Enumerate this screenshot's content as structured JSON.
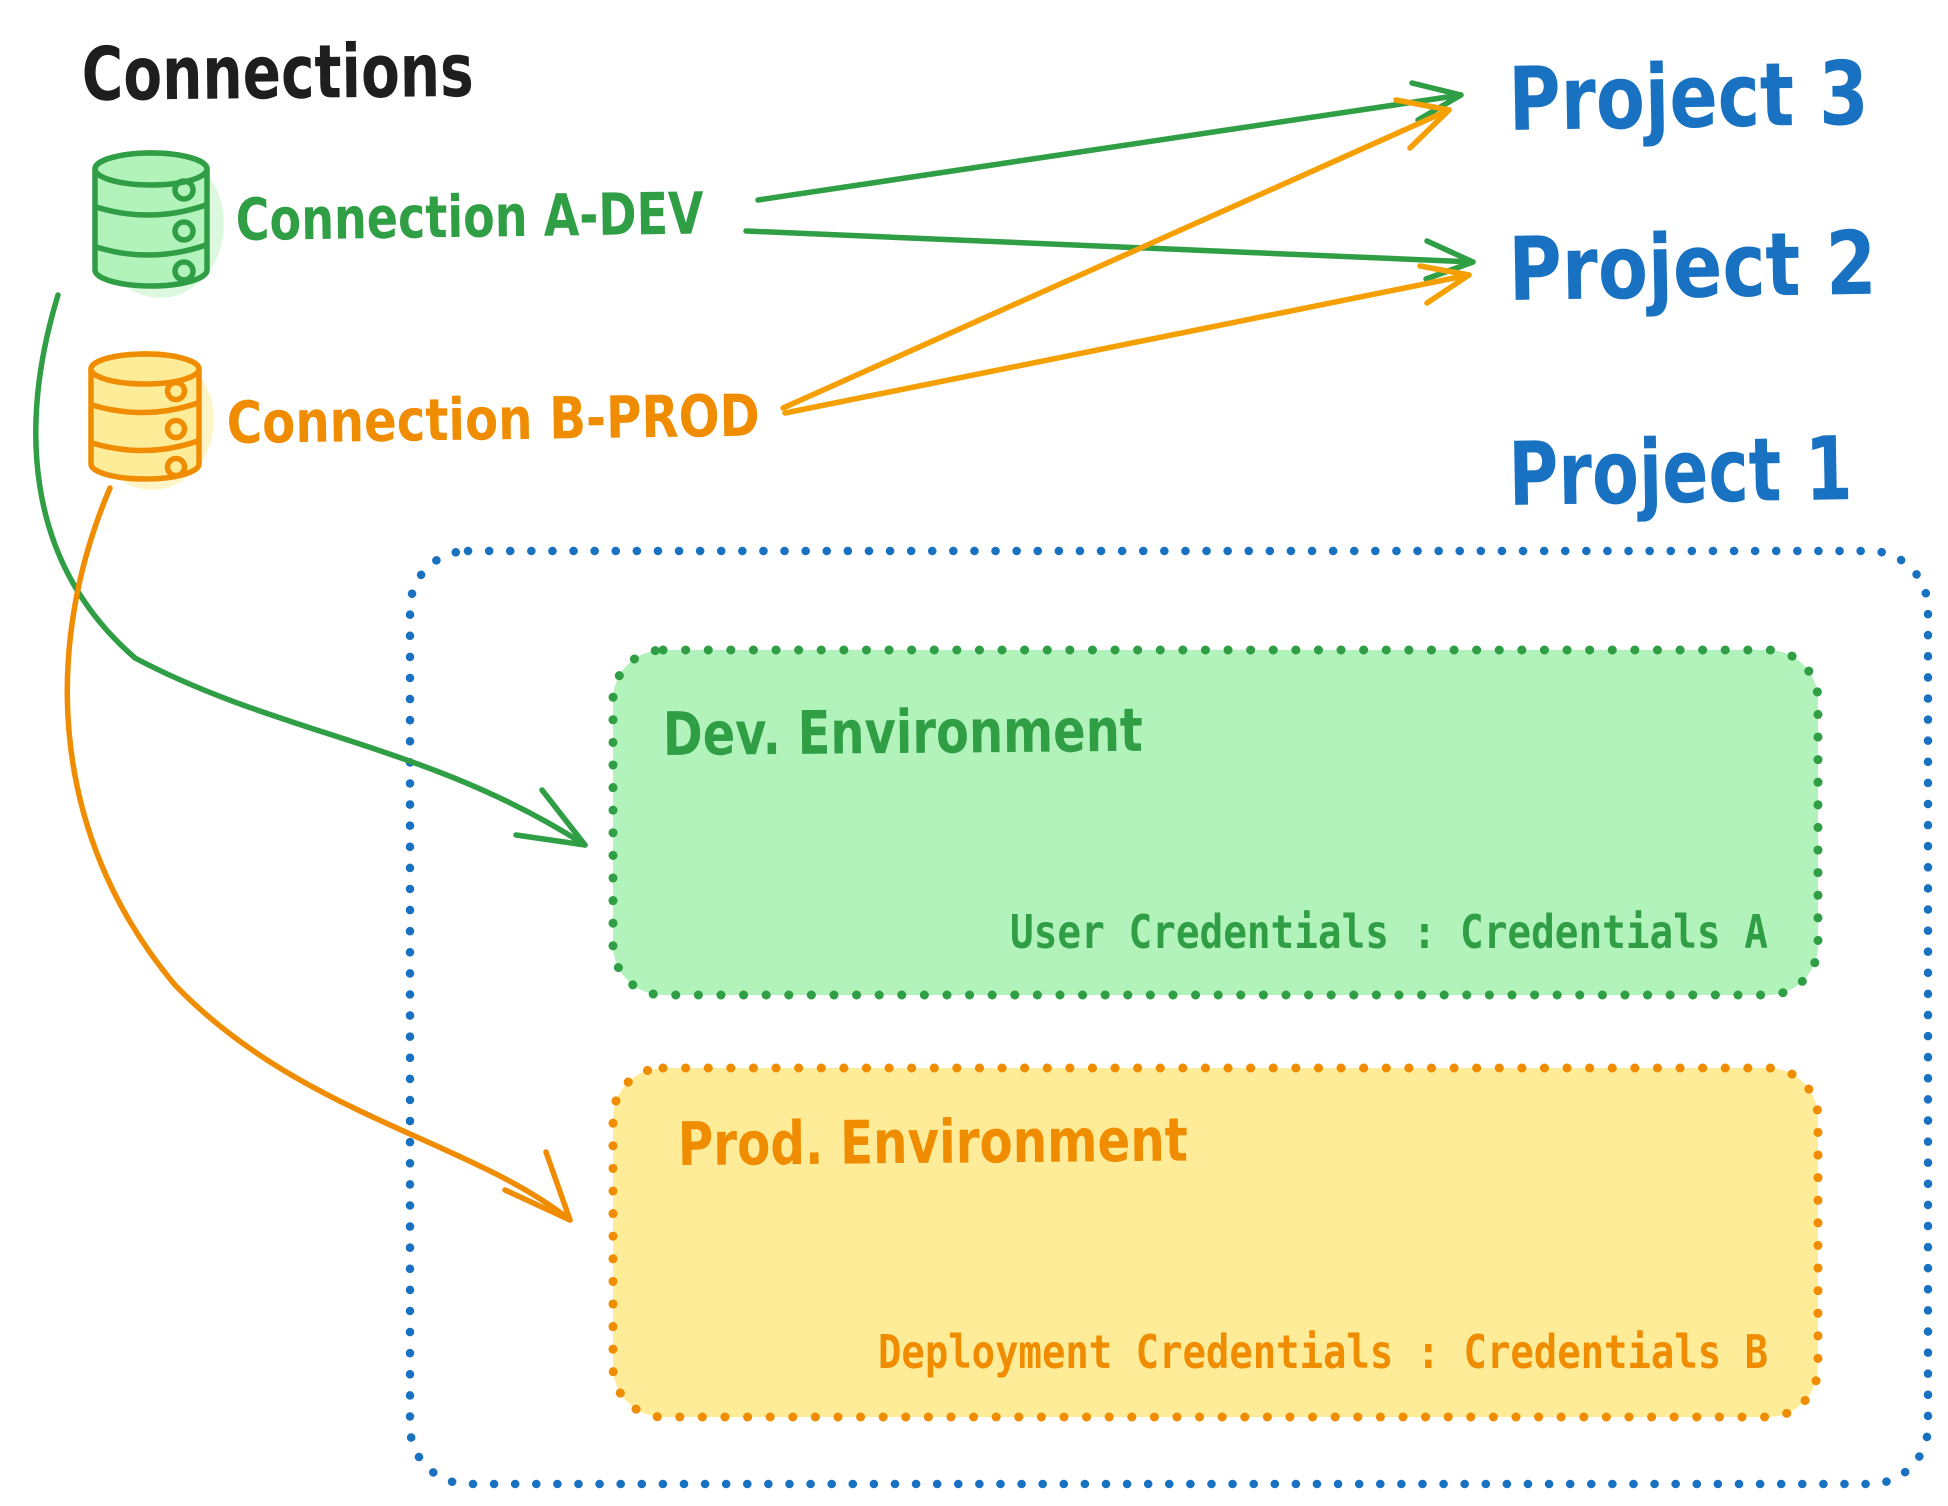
{
  "title": "Connections",
  "palette": {
    "black": "#1e1e1e",
    "green": "#2f9e44",
    "green_fill": "#b2f2bb",
    "orange": "#f08c00",
    "orange_fill": "#ffec99",
    "blue": "#1971c2"
  },
  "connections": [
    {
      "label": "Connection A-DEV",
      "icon": "database-icon",
      "color": "#2f9e44"
    },
    {
      "label": "Connection B-PROD",
      "icon": "database-icon",
      "color": "#f08c00"
    }
  ],
  "projects": [
    {
      "label": "Project 3"
    },
    {
      "label": "Project 2"
    },
    {
      "label": "Project 1"
    }
  ],
  "project1_detail": {
    "dev_environment": {
      "label": "Dev. Environment",
      "credentials": "User Credentials : Credentials A"
    },
    "prod_environment": {
      "label": "Prod. Environment",
      "credentials": "Deployment Credentials : Credentials B"
    }
  },
  "edges": [
    {
      "from": "Connection A-DEV",
      "to": "Project 3"
    },
    {
      "from": "Connection A-DEV",
      "to": "Project 2"
    },
    {
      "from": "Connection B-PROD",
      "to": "Project 3"
    },
    {
      "from": "Connection B-PROD",
      "to": "Project 2"
    },
    {
      "from": "Connection A-DEV",
      "to": "Dev. Environment (Project 1)"
    },
    {
      "from": "Connection B-PROD",
      "to": "Prod. Environment (Project 1)"
    }
  ]
}
